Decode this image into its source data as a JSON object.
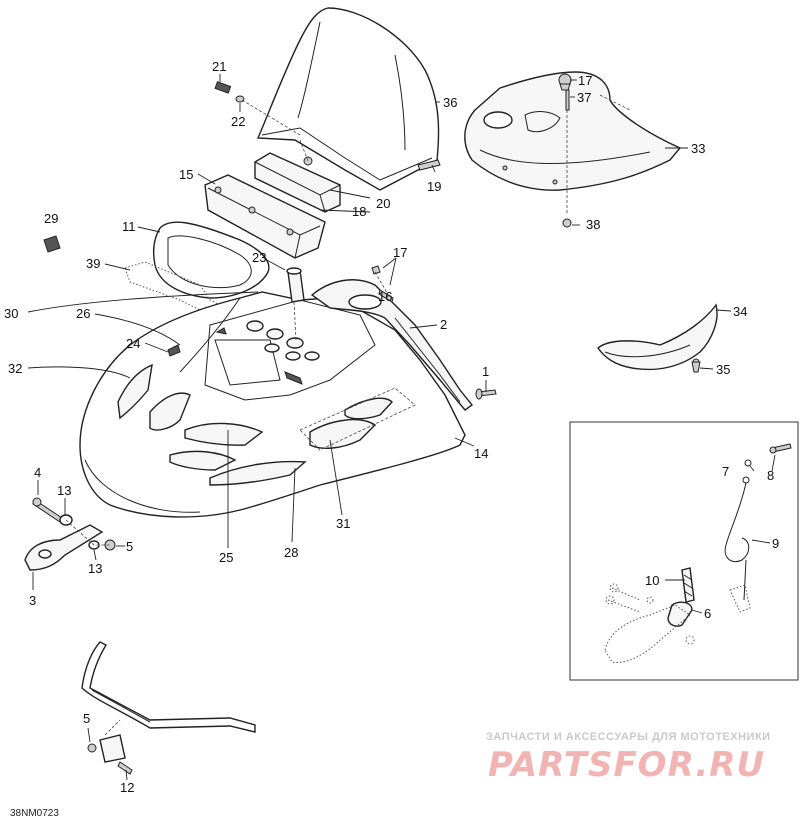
{
  "diagram": {
    "drawing_code": "38NM0723",
    "watermark": {
      "tagline": "ЗАПЧАСТИ И АКСЕССУАРЫ ДЛЯ МОТОТЕХНИКИ",
      "logo": "PARTSFOR.RU"
    },
    "callouts": {
      "n1": "1",
      "n2": "2",
      "n3": "3",
      "n4": "4",
      "n5a": "5",
      "n5b": "5",
      "n6": "6",
      "n7": "7",
      "n8": "8",
      "n9": "9",
      "n10": "10",
      "n11": "11",
      "n12": "12",
      "n13a": "13",
      "n13b": "13",
      "n14": "14",
      "n15": "15",
      "n16": "16",
      "n17a": "17",
      "n17b": "17",
      "n18": "18",
      "n19": "19",
      "n20": "20",
      "n21": "21",
      "n22": "22",
      "n23": "23",
      "n24": "24",
      "n25": "25",
      "n26": "26",
      "n28": "28",
      "n29": "29",
      "n30": "30",
      "n31": "31",
      "n32": "32",
      "n33": "33",
      "n34": "34",
      "n35": "35",
      "n36": "36",
      "n37": "37",
      "n38": "38",
      "n39": "39"
    }
  }
}
